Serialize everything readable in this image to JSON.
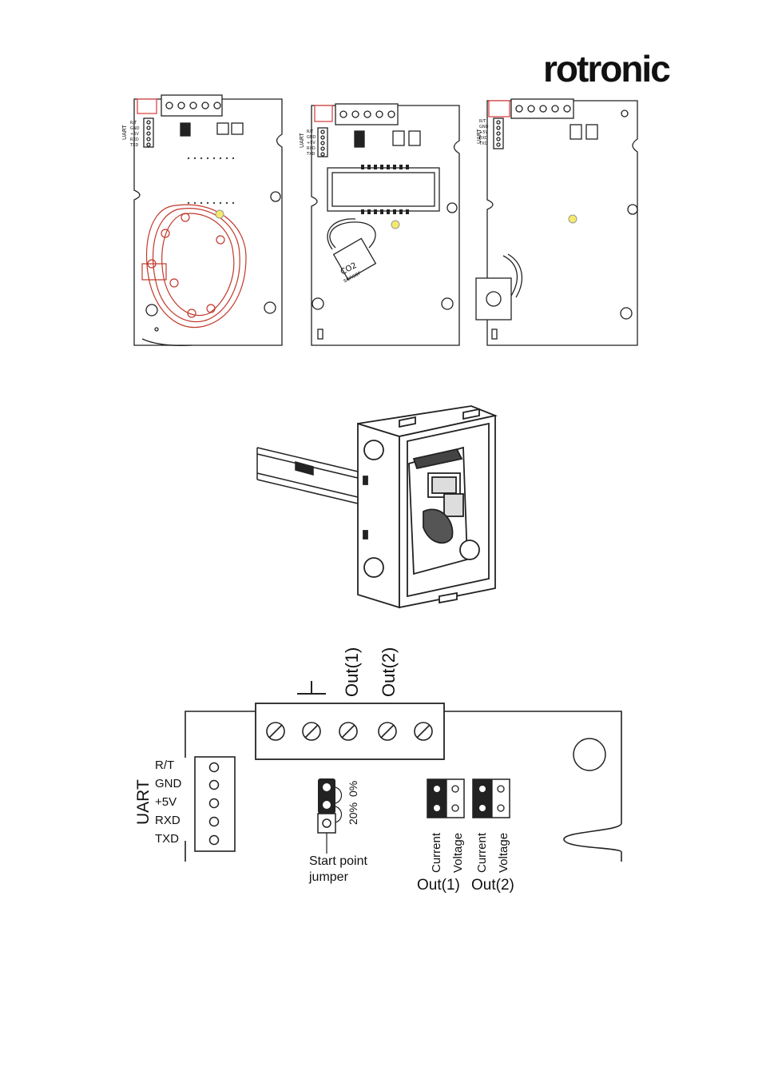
{
  "brand": {
    "logo_text": "rotronic"
  },
  "board_small": {
    "uart_label": "UART",
    "pins": [
      "R/T",
      "GND",
      "+5V",
      "RXD",
      "TXD"
    ],
    "co2_label_1": "CO2",
    "co2_label_2": "sensor"
  },
  "detail": {
    "terminals": [
      "Out(1)",
      "Out(2)"
    ],
    "uart_label": "UART",
    "pins": [
      "R/T",
      "GND",
      "+5V",
      "RXD",
      "TXD"
    ],
    "jumper_percent_1": "20%",
    "jumper_percent_2": "0%",
    "start_point_line1": "Start point",
    "start_point_line2": "jumper",
    "out_group_1": {
      "current": "Current",
      "voltage": "Voltage",
      "label": "Out(1)"
    },
    "out_group_2": {
      "current": "Current",
      "voltage": "Voltage",
      "label": "Out(2)"
    }
  },
  "colors": {
    "sensor_outline": "#c0392b",
    "led": "#f5e96b",
    "line": "#111111"
  }
}
